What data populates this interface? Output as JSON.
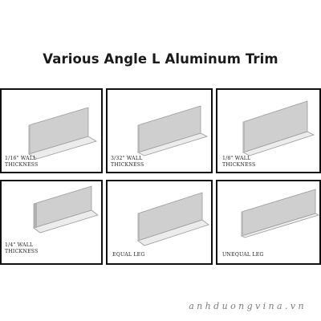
{
  "title": "Various Angle L Aluminum Trim",
  "panels": [
    {
      "caption": "1/16\" WALL\nTHICKNESS",
      "icon": "angle-trim-profile"
    },
    {
      "caption": "3/32\" WALL\nTHICKNESS",
      "icon": "angle-trim-profile"
    },
    {
      "caption": "1/8\" WALL\nTHICKNESS",
      "icon": "angle-trim-profile"
    },
    {
      "caption": "1/4\" WALL\nTHICKNESS",
      "icon": "angle-trim-profile"
    },
    {
      "caption": "EQUAL LEG",
      "icon": "angle-trim-profile"
    },
    {
      "caption": "UNEQUAL LEG",
      "icon": "angle-trim-profile"
    }
  ],
  "watermark": "anhduongvina.vn",
  "colors": {
    "border": "#111111",
    "metal_face": "#cfcfcf",
    "metal_top": "#e9e9e9",
    "metal_edge": "#9a9a9a"
  }
}
